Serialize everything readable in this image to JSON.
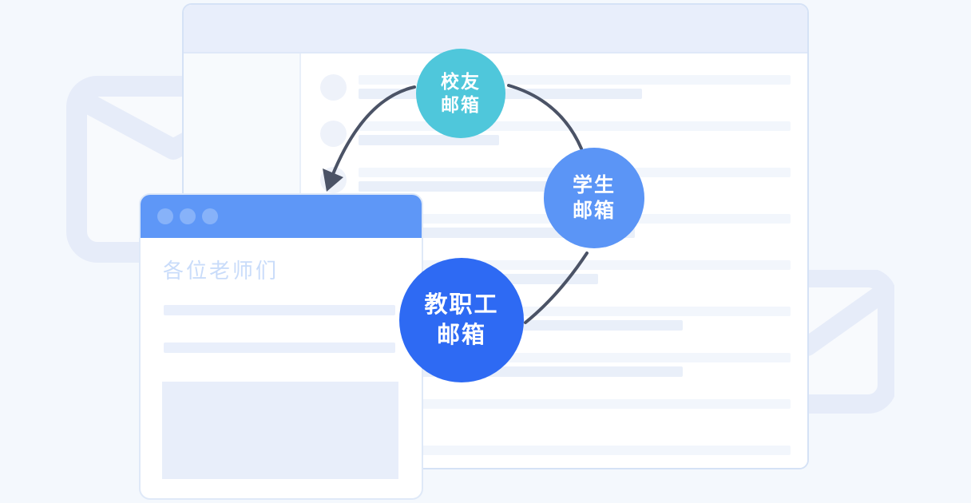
{
  "illustration": {
    "description_labels": {
      "compose_greeting": "各位老师们"
    },
    "badges": [
      {
        "id": "alumni-mail",
        "lines": [
          "校友",
          "邮箱"
        ],
        "color": "#4fc7db"
      },
      {
        "id": "student-mail",
        "lines": [
          "学生",
          "邮箱"
        ],
        "color": "#5b95f6"
      },
      {
        "id": "staff-mail",
        "lines": [
          "教职工",
          "邮箱"
        ],
        "color": "#2e6af3"
      }
    ],
    "compose_window": {
      "greeting": "各位老师们",
      "dot_count": 3
    },
    "mail_window": {
      "rows": [
        {
          "avatar": true,
          "line2": 355
        },
        {
          "avatar": true,
          "line2": 176
        },
        {
          "avatar": true,
          "line2": 260
        },
        {
          "avatar": false,
          "line2": 346
        },
        {
          "avatar": false,
          "line2": 300
        },
        {
          "avatar": false,
          "line2": 406
        },
        {
          "avatar": false,
          "line2": 406
        },
        {
          "avatar": false,
          "line2": 0
        },
        {
          "avatar": false,
          "line2": 0
        }
      ]
    },
    "icons": [
      "envelope-background-icon-left",
      "envelope-background-icon-right",
      "window-dot-icon",
      "flow-arrow"
    ],
    "colors": {
      "page_bg": "#f4f8fd",
      "envelope_outline": "#e6ecf9",
      "window_header": "#e8eefb",
      "window_border": "#d5e2f6",
      "sidebar_bg": "#f7fafd",
      "list_line": "#f2f6fc",
      "list_line_strong": "#e9eff9",
      "avatar": "#eef2fa",
      "compose_header": "#5e97f7",
      "compose_dot": "#87b2f9",
      "compose_title_text": "#c9dcfa",
      "placeholder_line": "#e9effb",
      "placeholder_block": "#e8eefa",
      "arrow": "#4b5366",
      "badge_alumni": "#4fc7db",
      "badge_student": "#5b95f6",
      "badge_staff": "#2e6af3"
    }
  }
}
